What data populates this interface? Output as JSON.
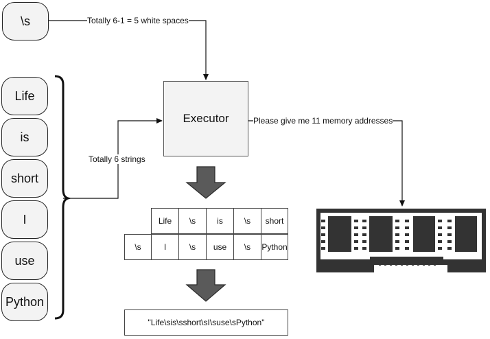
{
  "separator_pill": "\\s",
  "labels": {
    "whitespace_count": "Totally 6-1 = 5 white spaces",
    "string_count": "Totally 6 strings",
    "memory_request": "Please give me 11 memory addresses"
  },
  "words": [
    "Life",
    "is",
    "short",
    "I",
    "use",
    "Python"
  ],
  "executor": "Executor",
  "table": {
    "row1": [
      "Life",
      "\\s",
      "is",
      "\\s",
      "short"
    ],
    "row2": [
      "\\s",
      "I",
      "\\s",
      "use",
      "\\s",
      "Python"
    ]
  },
  "result": "\"Life\\sis\\sshort\\sI\\suse\\sPython\"",
  "colors": {
    "box_fill": "#f3f3f3",
    "arrow_fill": "#5a5a5a",
    "ram_fill": "#333333"
  },
  "icons": [
    "down-arrow-icon",
    "memory-chip-icon"
  ]
}
